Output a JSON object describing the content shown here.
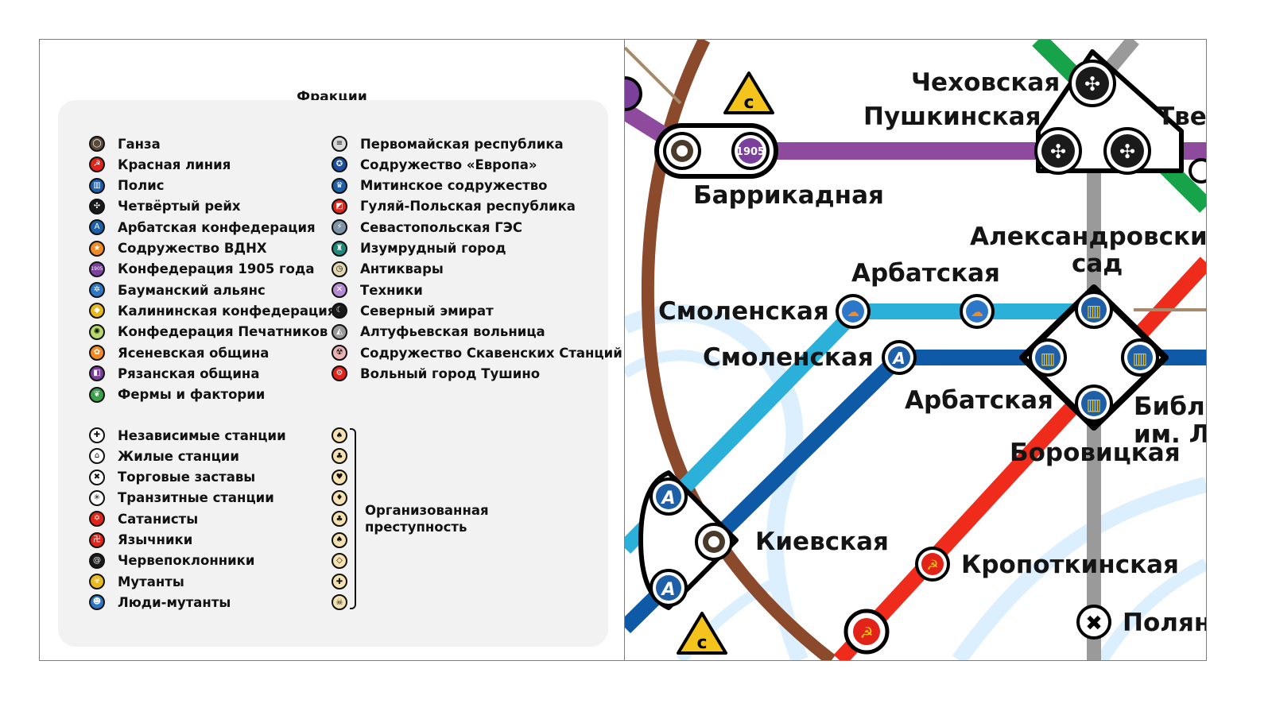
{
  "legend": {
    "title": "Фракции",
    "factions_col1": [
      {
        "label": "Ганза",
        "icon": "hansa-ring-icon",
        "color": "#5b4a3a",
        "glyph": "◯"
      },
      {
        "label": "Красная линия",
        "icon": "hammer-sickle-icon",
        "color": "#e2231a",
        "glyph": "☭"
      },
      {
        "label": "Полис",
        "icon": "library-columns-icon",
        "color": "#1e5fa8",
        "glyph": "▥"
      },
      {
        "label": "Четвёртый рейх",
        "icon": "triskelion-icon",
        "color": "#1a1a1a",
        "glyph": "✣"
      },
      {
        "label": "Арбатская конфедерация",
        "icon": "arbat-a-icon",
        "color": "#1e5fa8",
        "glyph": "A"
      },
      {
        "label": "Содружество ВДНХ",
        "icon": "vdnkh-star-icon",
        "color": "#f08a24",
        "glyph": "★"
      },
      {
        "label": "Конфедерация 1905 года",
        "icon": "1905-badge-icon",
        "color": "#7b3f9c",
        "glyph": "1905"
      },
      {
        "label": "Бауманский альянс",
        "icon": "bauman-gear-icon",
        "color": "#2d77c8",
        "glyph": "✲"
      },
      {
        "label": "Калининская конфедерация",
        "icon": "kalinin-diamond-icon",
        "color": "#e8b91e",
        "glyph": "◆"
      },
      {
        "label": "Конфедерация Печатников",
        "icon": "pechatniki-sun-icon",
        "color": "#b5d96a",
        "glyph": "✺"
      },
      {
        "label": "Ясеневская община",
        "icon": "yasenevo-flower-icon",
        "color": "#f08a24",
        "glyph": "✿"
      },
      {
        "label": "Рязанская община",
        "icon": "ryazan-halves-icon",
        "color": "#7b3f9c",
        "glyph": "◧"
      },
      {
        "label": "Фермы и фактории",
        "icon": "farm-leaf-icon",
        "color": "#3aa14a",
        "glyph": "❦"
      }
    ],
    "factions_col2": [
      {
        "label": "Первомайская республика",
        "icon": "pervomayskaya-flag-icon",
        "color": "#d9d9d9",
        "glyph": "≡"
      },
      {
        "label": "Содружество «Европа»",
        "icon": "europe-stars-icon",
        "color": "#1e4fa0",
        "glyph": "✪"
      },
      {
        "label": "Митинское содружество",
        "icon": "mitino-crown-icon",
        "color": "#1e5fa8",
        "glyph": "♛"
      },
      {
        "label": "Гуляй-Польская республика",
        "icon": "gulyai-pole-flag-icon",
        "color": "#e2231a",
        "glyph": "◩"
      },
      {
        "label": "Севастопольская ГЭС",
        "icon": "sevastopol-drop-icon",
        "color": "#7f93a8",
        "glyph": "⚡"
      },
      {
        "label": "Изумрудный город",
        "icon": "emerald-city-icon",
        "color": "#1f8a7a",
        "glyph": "♜"
      },
      {
        "label": "Антиквары",
        "icon": "antique-clock-icon",
        "color": "#e3d6b2",
        "glyph": "◷"
      },
      {
        "label": "Техники",
        "icon": "tech-wrench-icon",
        "color": "#b48bd1",
        "glyph": "✕"
      },
      {
        "label": "Северный эмират",
        "icon": "crescent-icon",
        "color": "#1a1a1a",
        "glyph": "☾"
      },
      {
        "label": "Алтуфьевская вольница",
        "icon": "altufyevo-skull-icon",
        "color": "#9a9a9a",
        "glyph": "◭"
      },
      {
        "label": "Содружество Скавенских Станций",
        "icon": "skaven-radiation-icon",
        "color": "#e9b3b3",
        "glyph": "☢"
      },
      {
        "label": "Вольный город Тушино",
        "icon": "tushino-triad-icon",
        "color": "#e2231a",
        "glyph": "⚙"
      }
    ],
    "other_col1": [
      {
        "label": "Независимые станции",
        "icon": "independent-cross-icon",
        "color": "#ffffff",
        "glyph": "✚"
      },
      {
        "label": "Жилые станции",
        "icon": "residential-house-icon",
        "color": "#ffffff",
        "glyph": "⌂"
      },
      {
        "label": "Торговые заставы",
        "icon": "trade-x-icon",
        "color": "#ffffff",
        "glyph": "✖"
      },
      {
        "label": "Транзитные станции",
        "icon": "transit-asterisk-icon",
        "color": "#ffffff",
        "glyph": "✳"
      },
      {
        "label": "Сатанисты",
        "icon": "satanist-star-icon",
        "color": "#e2231a",
        "glyph": "✡"
      },
      {
        "label": "Язычники",
        "icon": "pagan-symbol-icon",
        "color": "#e2231a",
        "glyph": "卍"
      },
      {
        "label": "Червепоклонники",
        "icon": "worm-spiral-icon",
        "color": "#1a1a1a",
        "glyph": "@"
      },
      {
        "label": "Мутанты",
        "icon": "biohazard-icon",
        "color": "#e8b91e",
        "glyph": "☣"
      },
      {
        "label": "Люди-мутанты",
        "icon": "mutant-face-icon",
        "color": "#2d77c8",
        "glyph": "☻"
      }
    ],
    "crime_icons": [
      "spade-chip-icon",
      "club-chip-icon",
      "heart-chip-icon",
      "diamond-chip-icon",
      "club-green-chip-icon",
      "spade-dark-chip-icon",
      "diamond-outline-chip-icon",
      "cross-chip-icon",
      "skull-chip-icon"
    ],
    "crime_glyphs": [
      "♠",
      "♣",
      "♥",
      "♦",
      "♣",
      "♠",
      "◇",
      "✚",
      "☠"
    ],
    "crime_label": "Организованная преступность"
  },
  "map": {
    "stations": {
      "chekhovskaya": "Чеховская",
      "pushkinskaya": "Пушкинская",
      "tverskaya": "Твер",
      "barrikadnaya": "Баррикадная",
      "aleksandrovsky_1": "Александровский",
      "aleksandrovsky_2": "сад",
      "arbatskaya_upper": "Арбатская",
      "smolenskaya_upper": "Смоленская",
      "smolenskaya_lower": "Смоленская",
      "arbatskaya_lower": "Арбатская",
      "biblioteka_1": "Библ",
      "biblioteka_2": "им. Л",
      "borovitskaya": "Боровицкая",
      "kievskaya": "Киевская",
      "kropotkinskaya": "Кропоткинская",
      "polyanka": "Полян"
    },
    "badge_1905": "1905",
    "line_colors": {
      "ring": "#8b4a2b",
      "purple": "#8e4a9c",
      "green": "#16a34a",
      "grey": "#9a9a9a",
      "light_blue": "#2bb0d9",
      "dark_blue": "#0e5aa7",
      "red": "#ef2b1c",
      "river": "#dcefff"
    }
  }
}
